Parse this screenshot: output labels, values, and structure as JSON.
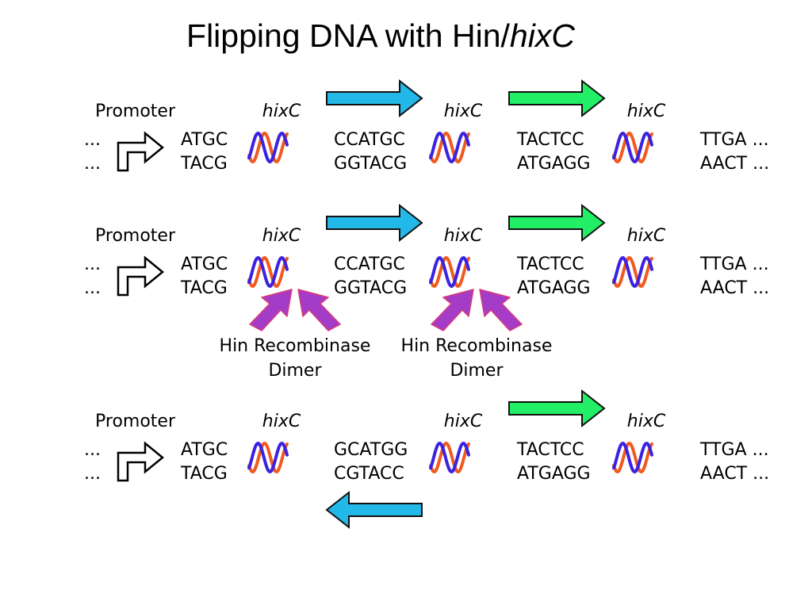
{
  "title": {
    "main": "Flipping DNA with Hin/",
    "italic": "hixC"
  },
  "colors": {
    "cyan_arrow": "#22b8e8",
    "green_arrow": "#22ee66",
    "strand_orange": "#f05a1e",
    "strand_blue": "#3a22e0",
    "recombinase": "#a53cc8",
    "recombinase_edge": "#d83a78"
  },
  "rows": [
    {
      "promoter": "Promoter",
      "ellipsis_top": "...",
      "ellipsis_bottom": "...",
      "site_label": "hixC",
      "seqs": [
        {
          "top": "ATGC",
          "bottom": "TACG"
        },
        {
          "top": "CCATGC",
          "bottom": "GGTACG"
        },
        {
          "top": "TACTCC",
          "bottom": "ATGAGG"
        },
        {
          "top": "TTGA ...",
          "bottom": "AACT ..."
        }
      ],
      "arrows": [
        {
          "color": "cyan",
          "direction": "right",
          "position": "above"
        },
        {
          "color": "green",
          "direction": "right",
          "position": "above"
        }
      ]
    },
    {
      "promoter": "Promoter",
      "ellipsis_top": "...",
      "ellipsis_bottom": "...",
      "site_label": "hixC",
      "seqs": [
        {
          "top": "ATGC",
          "bottom": "TACG"
        },
        {
          "top": "CCATGC",
          "bottom": "GGTACG"
        },
        {
          "top": "TACTCC",
          "bottom": "ATGAGG"
        },
        {
          "top": "TTGA ...",
          "bottom": "AACT ..."
        }
      ],
      "arrows": [
        {
          "color": "cyan",
          "direction": "right",
          "position": "above"
        },
        {
          "color": "green",
          "direction": "right",
          "position": "above"
        }
      ],
      "recombinases": [
        {
          "line1": "Hin Recombinase",
          "line2": "Dimer"
        },
        {
          "line1": "Hin Recombinase",
          "line2": "Dimer"
        }
      ]
    },
    {
      "promoter": "Promoter",
      "ellipsis_top": "...",
      "ellipsis_bottom": "...",
      "site_label": "hixC",
      "seqs": [
        {
          "top": "ATGC",
          "bottom": "TACG"
        },
        {
          "top": "GCATGG",
          "bottom": "CGTACC"
        },
        {
          "top": "TACTCC",
          "bottom": "ATGAGG"
        },
        {
          "top": "TTGA ...",
          "bottom": "AACT ..."
        }
      ],
      "arrows": [
        {
          "color": "green",
          "direction": "right",
          "position": "above"
        },
        {
          "color": "cyan",
          "direction": "left",
          "position": "below"
        }
      ]
    }
  ]
}
